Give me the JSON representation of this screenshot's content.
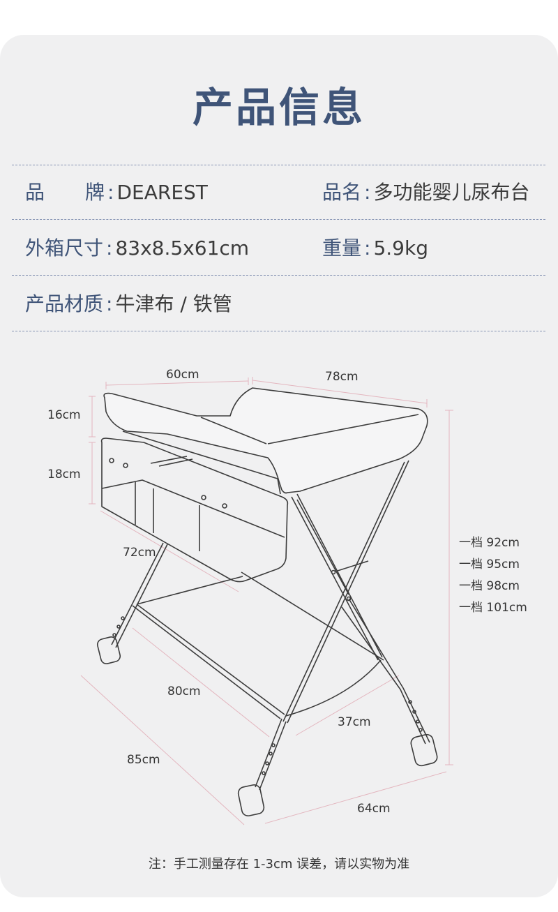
{
  "title": "产品信息",
  "specs": {
    "brand": {
      "label_a": "品",
      "label_b": "牌",
      "sep": ":",
      "value": "DEAREST"
    },
    "name": {
      "label": "品名",
      "sep": ":",
      "value": "多功能婴儿尿布台"
    },
    "box_size": {
      "label": "外箱尺寸",
      "sep": ":",
      "value": "83x8.5x61cm"
    },
    "weight": {
      "label": "重量",
      "sep": ":",
      "value": "5.9kg"
    },
    "material": {
      "label": "产品材质",
      "sep": ":",
      "value": "牛津布 / 铁管"
    }
  },
  "dimensions": {
    "top_width": "60cm",
    "top_length": "78cm",
    "tray_height": "16cm",
    "basket_height": "18cm",
    "basket_length": "72cm",
    "lower_length": "80cm",
    "base_length": "85cm",
    "lower_width": "37cm",
    "base_width": "64cm",
    "height_levels": [
      "一档 92cm",
      "一档 95cm",
      "一档 98cm",
      "一档 101cm"
    ]
  },
  "note": "注：手工测量存在 1-3cm 误差，请以实物为准",
  "colors": {
    "accent": "#3f5478",
    "dim_line": "#e3b5be",
    "frame": "#3c3c3c",
    "panel": "#f0f0f1"
  }
}
